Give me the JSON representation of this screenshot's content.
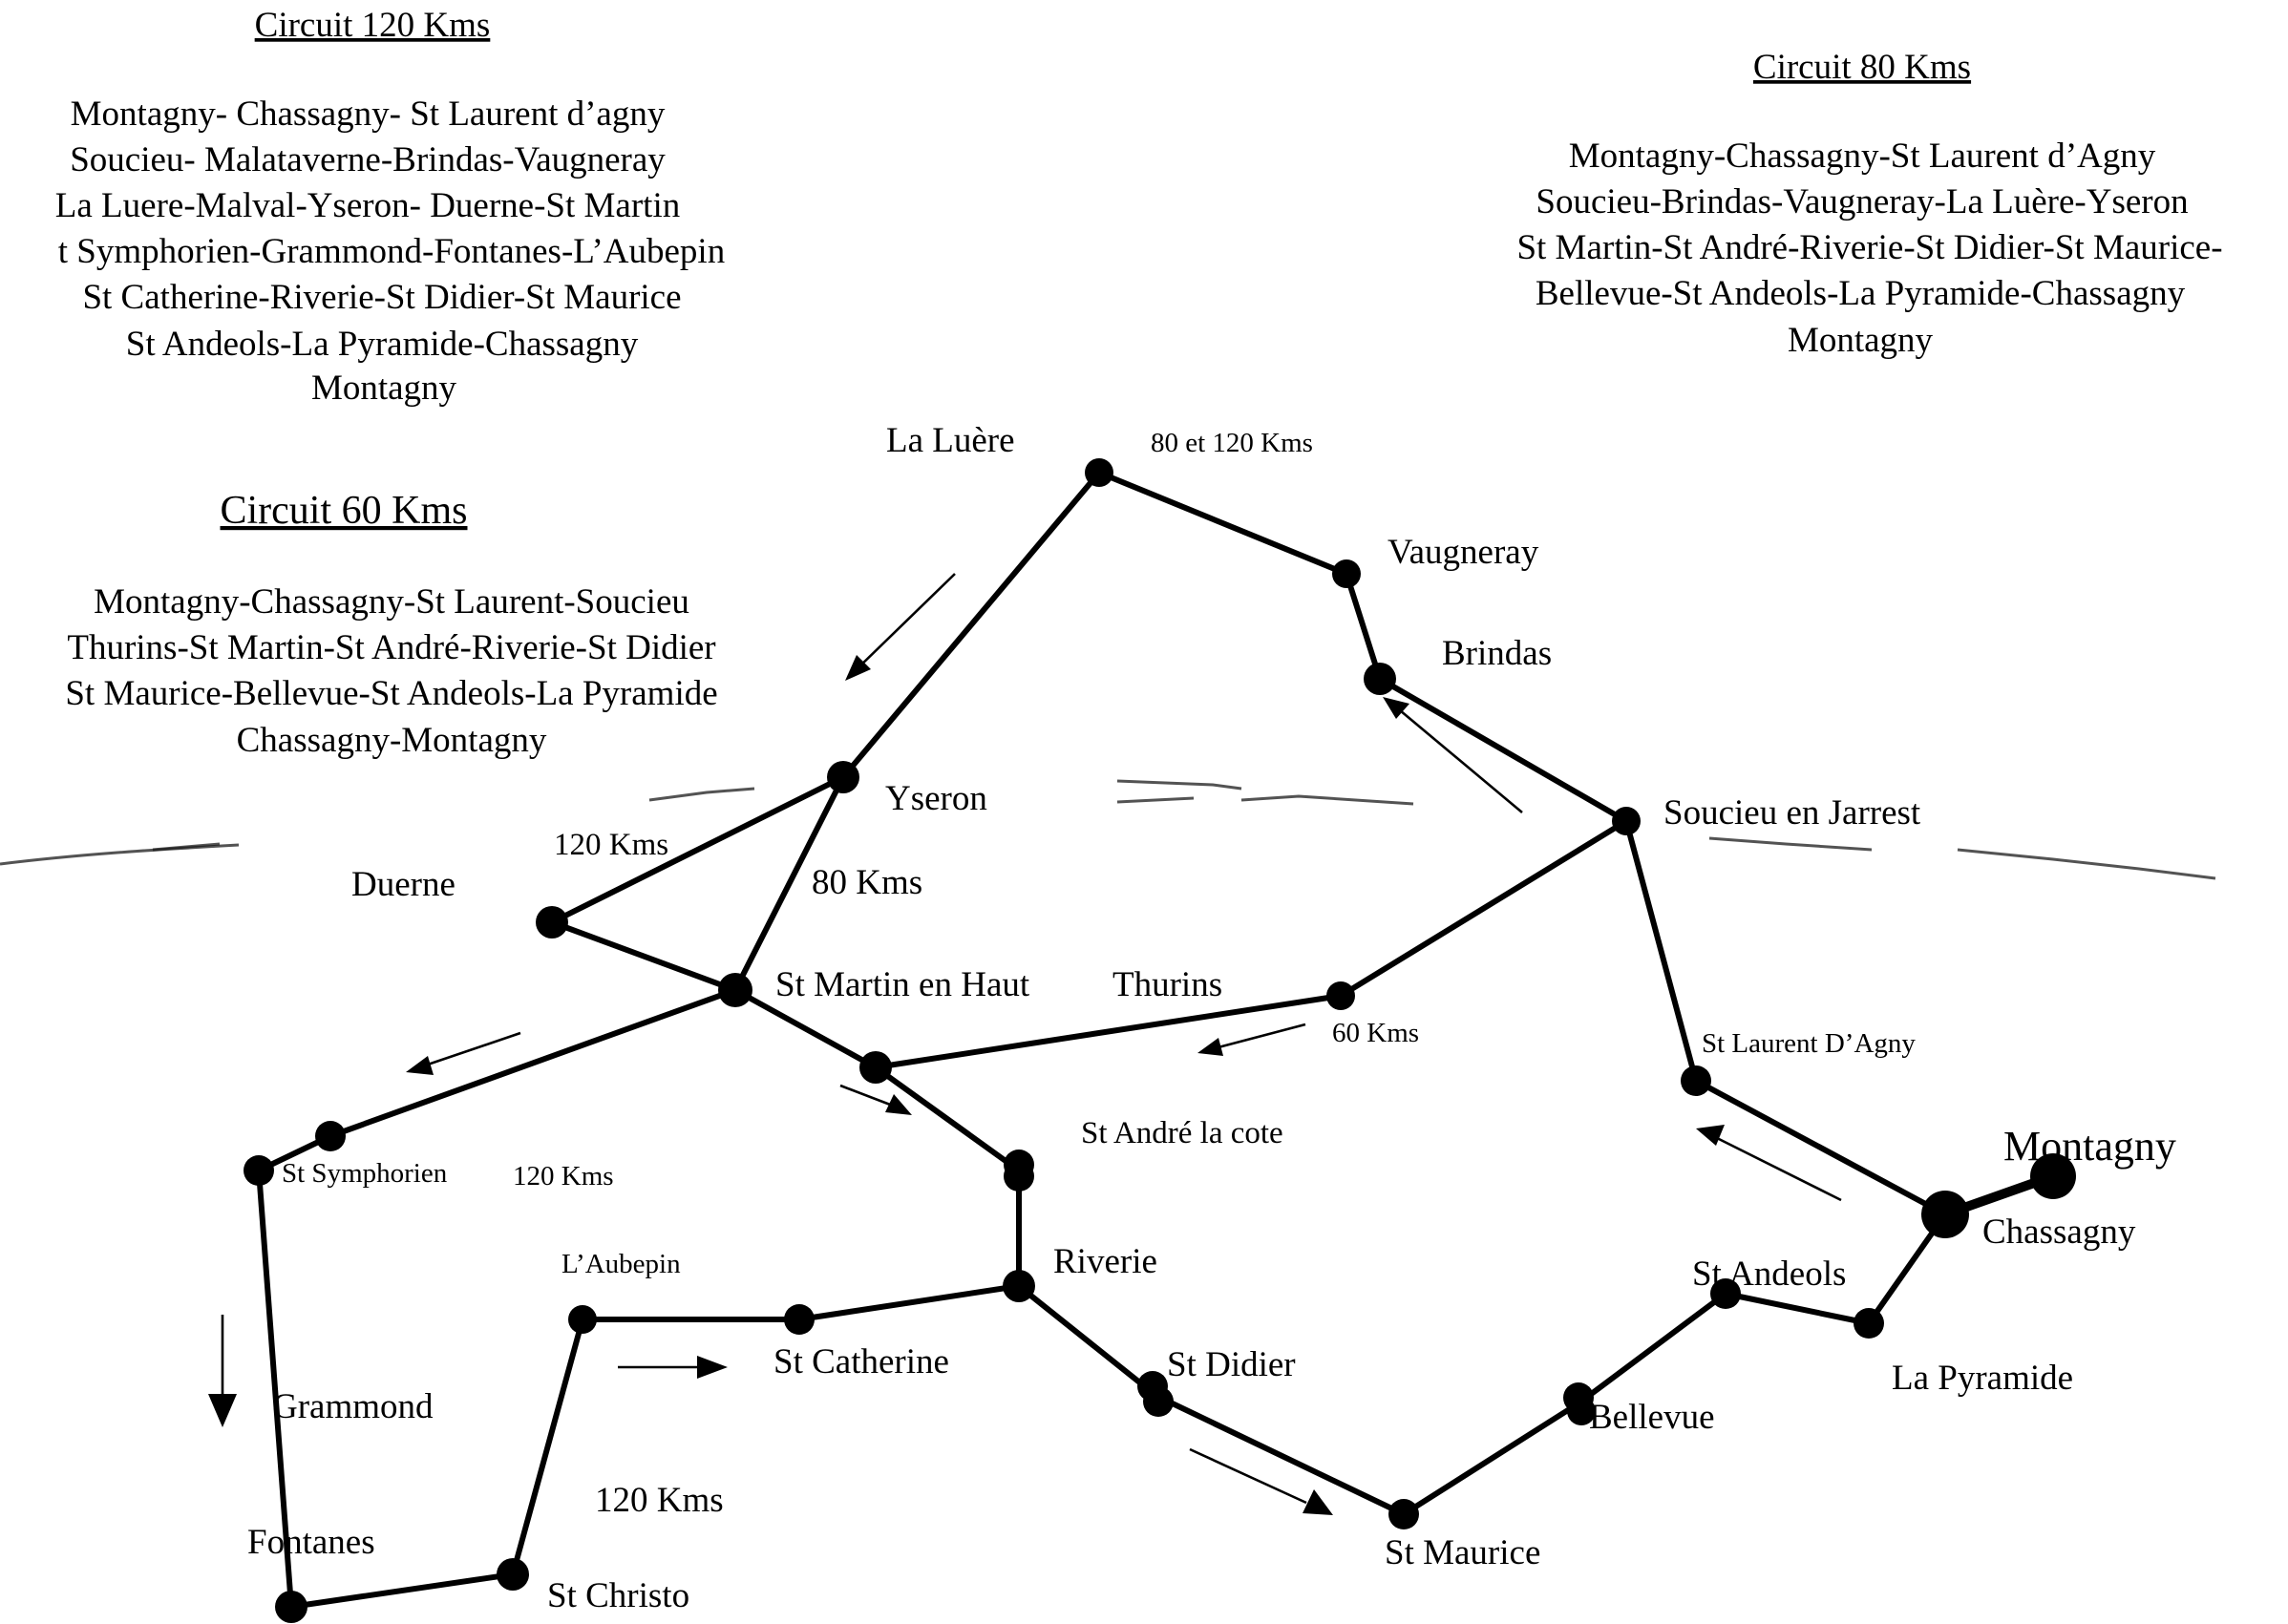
{
  "circuits": {
    "c120": {
      "title": "Circuit 120 Kms",
      "lines": [
        "Montagny- Chassagny- St Laurent d’agny",
        "Soucieu- Malataverne-Brindas-Vaugneray",
        "La Luere-Malval-Yseron- Duerne-St Martin",
        "t Symphorien-Grammond-Fontanes-L’Aubepin",
        "St Catherine-Riverie-St Didier-St Maurice",
        "St Andeols-La Pyramide-Chassagny",
        "Montagny"
      ]
    },
    "c80": {
      "title": "Circuit 80 Kms",
      "lines": [
        "Montagny-Chassagny-St Laurent d’Agny",
        "Soucieu-Brindas-Vaugneray-La Luère-Yseron",
        "St Martin-St André-Riverie-St Didier-St Maurice-",
        "Bellevue-St Andeols-La Pyramide-Chassagny",
        "Montagny"
      ]
    },
    "c60": {
      "title": "Circuit 60 Kms",
      "lines": [
        "Montagny-Chassagny-St Laurent-Soucieu",
        "Thurins-St Martin-St André-Riverie-St Didier",
        "St Maurice-Bellevue-St Andeols-La Pyramide",
        "Chassagny-Montagny"
      ]
    }
  },
  "places": {
    "la_luere": "La Luère",
    "vaugneray": "Vaugneray",
    "brindas": "Brindas",
    "yseron": "Yseron",
    "soucieu": "Soucieu en Jarrest",
    "duerne": "Duerne",
    "st_martin": "St Martin en Haut",
    "thurins": "Thurins",
    "st_laurent": "St Laurent D’Agny",
    "montagny": "Montagny",
    "chassagny": "Chassagny",
    "st_andre": "St André la cote",
    "st_symphorien": "St Symphorien",
    "riverie": "Riverie",
    "st_andeols": "St Andeols",
    "l_aubepin": "L’Aubepin",
    "st_catherine": "St Catherine",
    "st_didier": "St Didier",
    "la_pyramide": "La Pyramide",
    "grammond": "Grammond",
    "bellevue": "Bellevue",
    "fontanes": "Fontanes",
    "st_maurice": "St Maurice",
    "st_christo": "St Christo"
  },
  "distance_labels": {
    "luere_80_120": "80 et 120 Kms",
    "duerne_120": "120 Kms",
    "yseron_80": "80 Kms",
    "thurins_60": "60 Kms",
    "symphorien_120": "120 Kms",
    "south_120": "120 Kms"
  },
  "colors": {
    "ink": "#000000",
    "paper": "#ffffff"
  }
}
